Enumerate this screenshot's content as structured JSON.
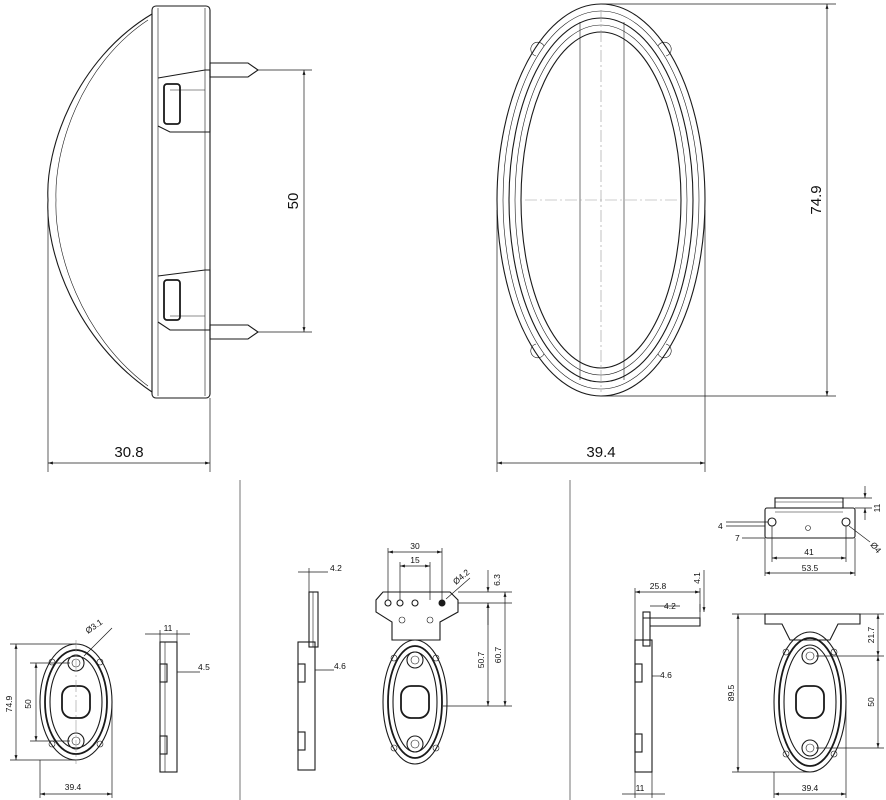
{
  "views": {
    "side": {
      "width_label": "30.8",
      "pin_spacing_label": "50"
    },
    "front": {
      "width_label": "39.4",
      "height_label": "74.9"
    }
  },
  "brackets": {
    "flat": {
      "height": "74.9",
      "hole_spacing": "50",
      "width": "39.4",
      "hole_dia": "Ø3.1",
      "depth": "11",
      "step": "4.5"
    },
    "plate": {
      "thickness": "4.2",
      "offset": "4.6",
      "hole_pitch_outer": "30",
      "hole_pitch_inner": "15",
      "hole_dia": "Ø4.2",
      "tab_height": "6.3",
      "drop_inner": "50.7",
      "drop_outer": "60.7"
    },
    "angled": {
      "depth_top": "25.8",
      "rise": "4.1",
      "thickness": "4.2",
      "offset": "4.6",
      "total_height": "89.5",
      "upper_offset": "21.7",
      "hole_spacing": "50",
      "base_depth": "11",
      "width": "39.4",
      "detail_height": "11",
      "detail_hole_dia": "Ø4",
      "detail_offset_a": "4",
      "detail_offset_b": "7",
      "detail_hole_pitch": "41",
      "detail_width": "53.5"
    }
  }
}
